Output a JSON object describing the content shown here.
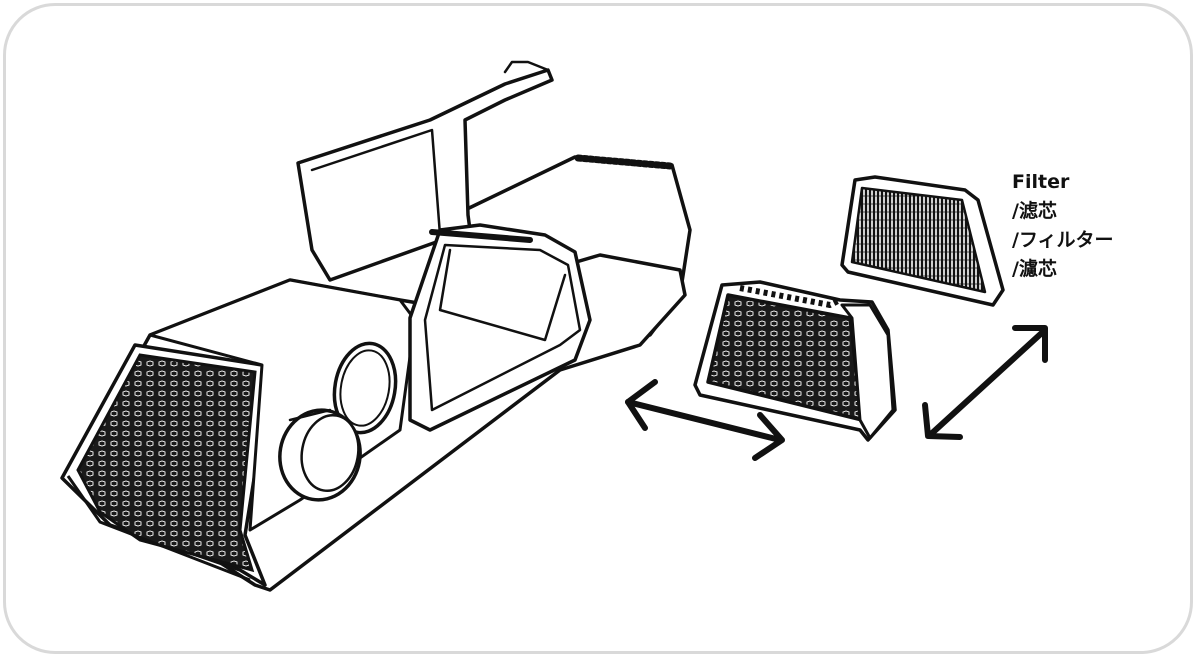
{
  "labels": {
    "line1": "Filter",
    "line2": "/滤芯",
    "line3": "/フィルター",
    "line4": "/濾芯"
  },
  "colors": {
    "stroke": "#111111",
    "frame": "#d9d9d9",
    "background": "#ffffff"
  }
}
